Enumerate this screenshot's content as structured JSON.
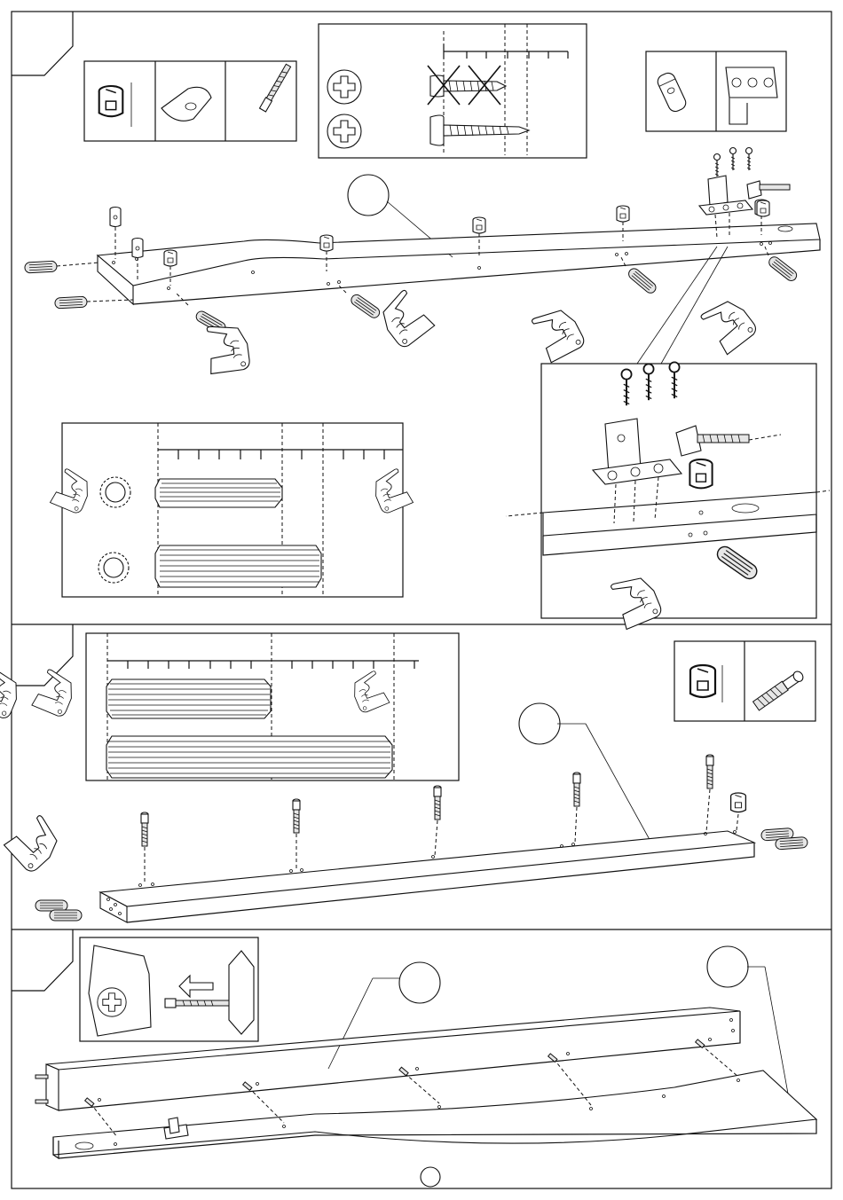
{
  "page": {
    "steps": [
      {
        "id": "step-1",
        "callout_part": "",
        "fastener_panel": "panel-cam-lock-wedge-bolt",
        "bracket_panel": "panel-barrel-nut-bracket"
      },
      {
        "id": "step-2",
        "callout_part": "",
        "fastener_panel": "panel-cam-lock-bolt"
      },
      {
        "id": "step-3",
        "callout_parts": [
          "",
          ""
        ],
        "detail": "panel-cam-tighten"
      }
    ],
    "icons": [
      "pointing-hand-icon",
      "phillips-screw-icon",
      "wooden-dowel-icon",
      "cam-lock-icon",
      "cam-bolt-icon",
      "barrel-nut-icon",
      "metal-bracket-icon",
      "wood-screw-icon",
      "push-arrow-icon",
      "cross-out-icon"
    ],
    "page_number": ""
  }
}
